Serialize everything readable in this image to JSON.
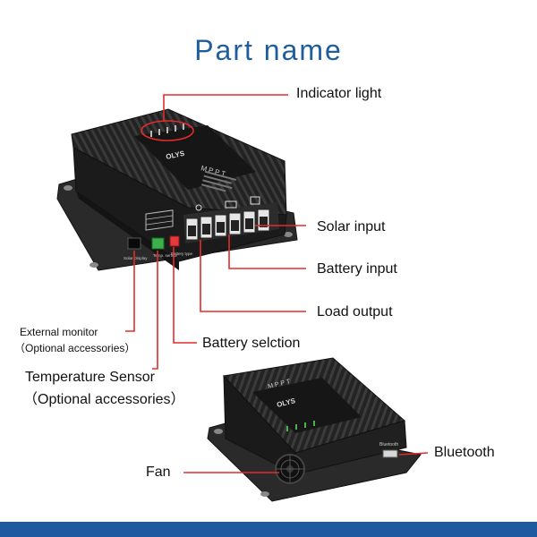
{
  "title": "Part name",
  "labels": {
    "indicator_light": "Indicator light",
    "solar_input": "Solar input",
    "battery_input": "Battery input",
    "load_output": "Load output",
    "external_monitor": "External monitor",
    "external_monitor_note": "（Optional accessories）",
    "battery_selection": "Battery selction",
    "temperature_sensor": "Temperature Sensor",
    "temperature_sensor_note": "（Optional accessories）",
    "bluetooth": "Bluetooth",
    "fan": "Fan"
  },
  "device": {
    "brand": "OLYS",
    "model": "MPPT",
    "port_solar_display": "Solar Display",
    "port_temp_sensor": "Temp. sensor",
    "port_battery_type": "Battery type",
    "port_bluetooth": "Bluetooth"
  },
  "colors": {
    "title": "#1f5d9c",
    "leader": "#e52b2b",
    "footer": "#1d5aa0",
    "device_body": "#1c1c1c"
  }
}
